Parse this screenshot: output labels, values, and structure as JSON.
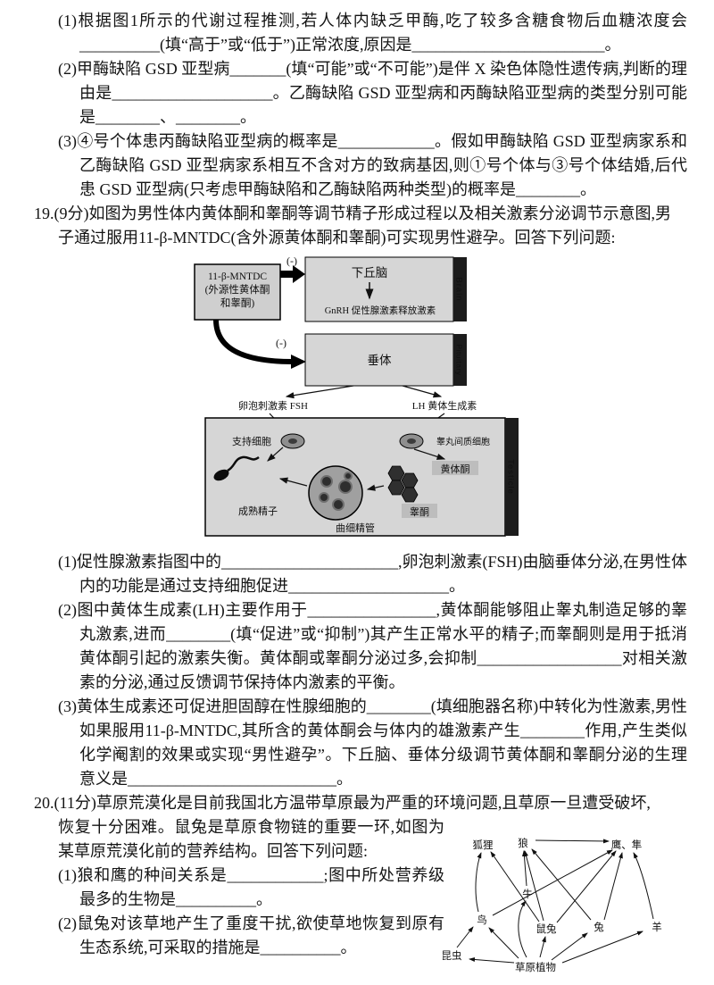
{
  "q18": {
    "items": [
      "(1)根据图1所示的代谢过程推测,若人体内缺乏甲酶,吃了较多含糖食物后血糖浓度会__________(填“高于”或“低于”)正常浓度,原因是________________________。",
      "(2)甲酶缺陷 GSD 亚型病_______(填“可能”或“不可能”)是伴 X 染色体隐性遗传病,判断的理由是____________________。乙酶缺陷 GSD 亚型病和丙酶缺陷亚型病的类型分别可能是________、________。",
      "(3)④号个体患丙酶缺陷亚型病的概率是____________。假如甲酶缺陷 GSD 亚型病家系和乙酶缺陷 GSD 亚型病家系相互不含对方的致病基因,则①号个体与③号个体结婚,后代患 GSD 亚型病(只考虑甲酶缺陷和乙酶缺陷两种类型)的概率是________。"
    ]
  },
  "q19": {
    "intro_line1": "19.(9分)如图为男性体内黄体酮和睾酮等调节精子形成过程以及相关激素分泌调节示意图,男",
    "intro_line2": "子通过服用11-β-MNTDC(含外源黄体酮和睾酮)可实现男性避孕。回答下列问题:",
    "items": [
      "(1)促性腺激素指图中的______________________,卵泡刺激素(FSH)由脑垂体分泌,在男性体内的功能是通过支持细胞促进____________________。",
      "(2)图中黄体生成素(LH)主要作用于________________,黄体酮能够阻止睾丸制造足够的睾丸激素,进而________(填“促进”或“抑制”)其产生正常水平的精子;而睾酮则是用于抵消黄体酮引起的激素失衡。黄体酮或睾酮分泌过多,会抑制__________________对相关激素的分泌,通过反馈调节保持体内激素的平衡。",
      "(3)黄体生成素还可促进胆固醇在性腺细胞的________(填细胞器名称)中转化为性激素,男性如果服用11-β-MNTDC,其所含的黄体酮会与体内的雄激素产生________作用,产生类似化学阉割的效果或实现“男性避孕”。下丘脑、垂体分级调节黄体酮和睾酮分泌的生理意义是__________________________。"
    ],
    "diagram": {
      "mntdc_line1": "11-β-MNTDC",
      "mntdc_line2": "(外源性黄体酮",
      "mntdc_line3": "和睾酮)",
      "inhibit1": "(-)",
      "inhibit2": "(-)",
      "hypothalamus": "下丘脑",
      "gnrh": "GnRH 促性腺激素释放激素",
      "brain_en": "Brain",
      "pituitary": "垂体",
      "pituitary_en": "Pituitary",
      "fsh": "卵泡刺激素 FSH",
      "lh": "LH 黄体生成素",
      "sertoli": "支持细胞",
      "leydig": "睾丸间质细胞",
      "progesterone": "黄体酮",
      "testosterone": "睾酮",
      "mature_sperm": "成熟精子",
      "tubule": "曲细精管",
      "testicle_en": "Testicle"
    }
  },
  "q20": {
    "intro_line1": "20.(11分)草原荒漠化是目前我国北方温带草原最为严重的环境问题,且草原一旦遭受破坏,",
    "intro_rest": "恢复十分困难。鼠兔是草原食物链的重要一环,如图为某草原荒漠化前的营养结构。回答下列问题:",
    "items": [
      "(1)狼和鹰的种间关系是____________;图中所处营养级最多的生物是__________。",
      "(2)鼠兔对该草地产生了重度干扰,欲使草地恢复到原有生态系统,可采取的措施是__________。"
    ],
    "foodweb": {
      "fox": "狐狸",
      "wolf": "狼",
      "eagle": "鹰、隼",
      "cattle": "牛",
      "bird": "鸟",
      "pika": "鼠兔",
      "rabbit": "兔",
      "sheep": "羊",
      "insect": "昆虫",
      "plants": "草原植物"
    }
  }
}
